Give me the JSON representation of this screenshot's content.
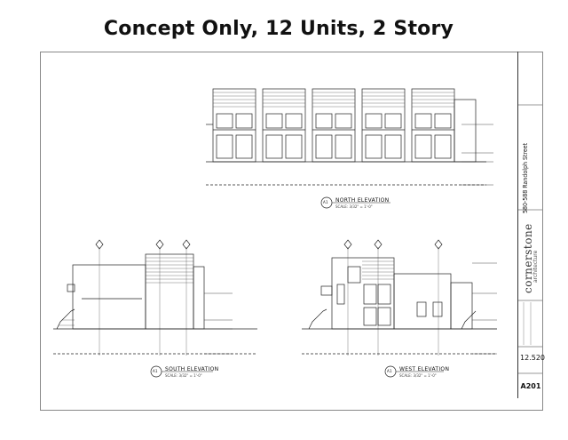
{
  "header": {
    "title": "Concept Only, 12 Units, 2 Story"
  },
  "title_block": {
    "project": "580-588 Randolph Street",
    "brand": "cornerstone",
    "brand_sub": "architecture",
    "job_no": "12.520",
    "sheet_no": "A201"
  },
  "views": {
    "north": {
      "number": "A1",
      "label": "NORTH ELEVATION",
      "scale": "SCALE: 3/32\" = 1'-0\""
    },
    "south": {
      "number": "A1",
      "label": "SOUTH ELEVATION",
      "scale": "SCALE: 3/32\" = 1'-0\""
    },
    "west": {
      "number": "A1",
      "label": "WEST ELEVATION",
      "scale": "SCALE: 3/32\" = 1'-0\""
    }
  },
  "colors": {
    "line": "#222222",
    "hatch": "#555555"
  }
}
